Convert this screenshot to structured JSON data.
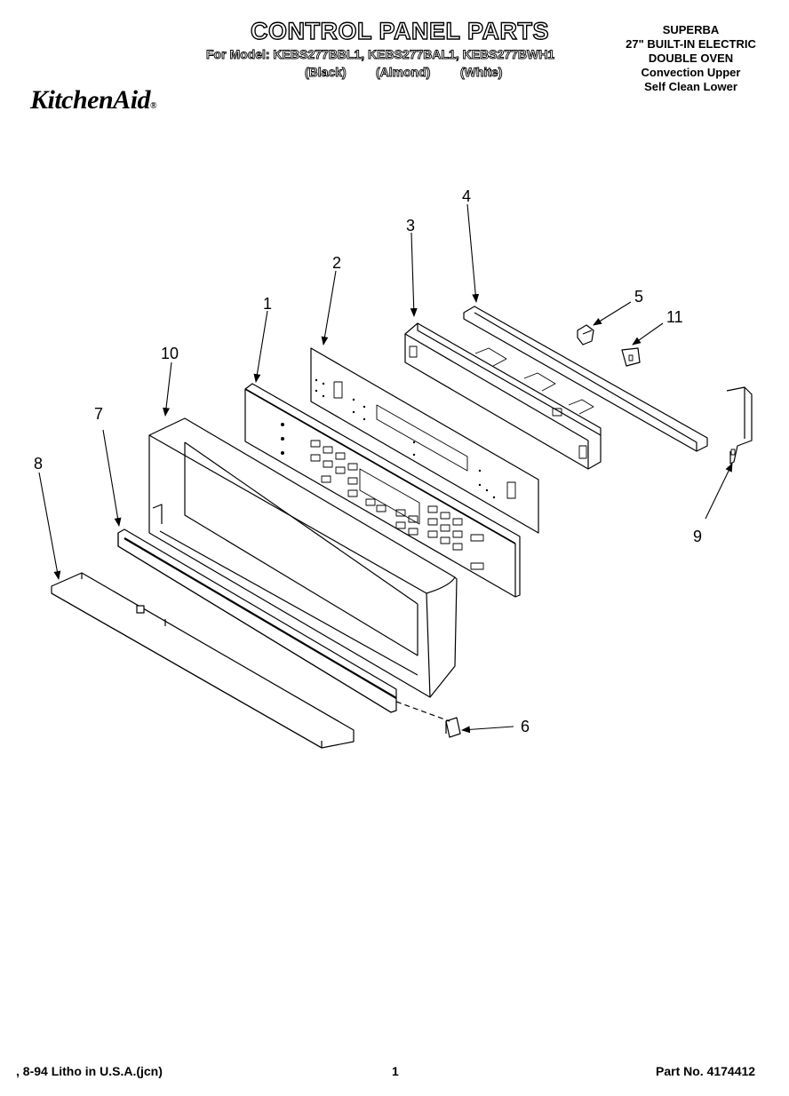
{
  "header": {
    "title": "CONTROL PANEL PARTS",
    "model_line": "For Model: KEBS277BBL1, KEBS277BAL1, KEBS277BWH1",
    "finishes": [
      "(Black)",
      "(Almond)",
      "(White)"
    ]
  },
  "product": {
    "lines": [
      "SUPERBA",
      "27\" BUILT-IN ELECTRIC",
      "DOUBLE OVEN",
      "Convection Upper",
      "Self Clean Lower"
    ]
  },
  "brand": {
    "name": "KitchenAid",
    "mark": "®"
  },
  "callouts": {
    "p1": "1",
    "p2": "2",
    "p3": "3",
    "p4": "4",
    "p5": "5",
    "p6": "6",
    "p7": "7",
    "p8": "8",
    "p9": "9",
    "p10": "10",
    "p11": "11"
  },
  "footer": {
    "left": ", 8-94 Litho in U.S.A.(jcn)",
    "page": "1",
    "part_no": "Part No. 4174412"
  }
}
